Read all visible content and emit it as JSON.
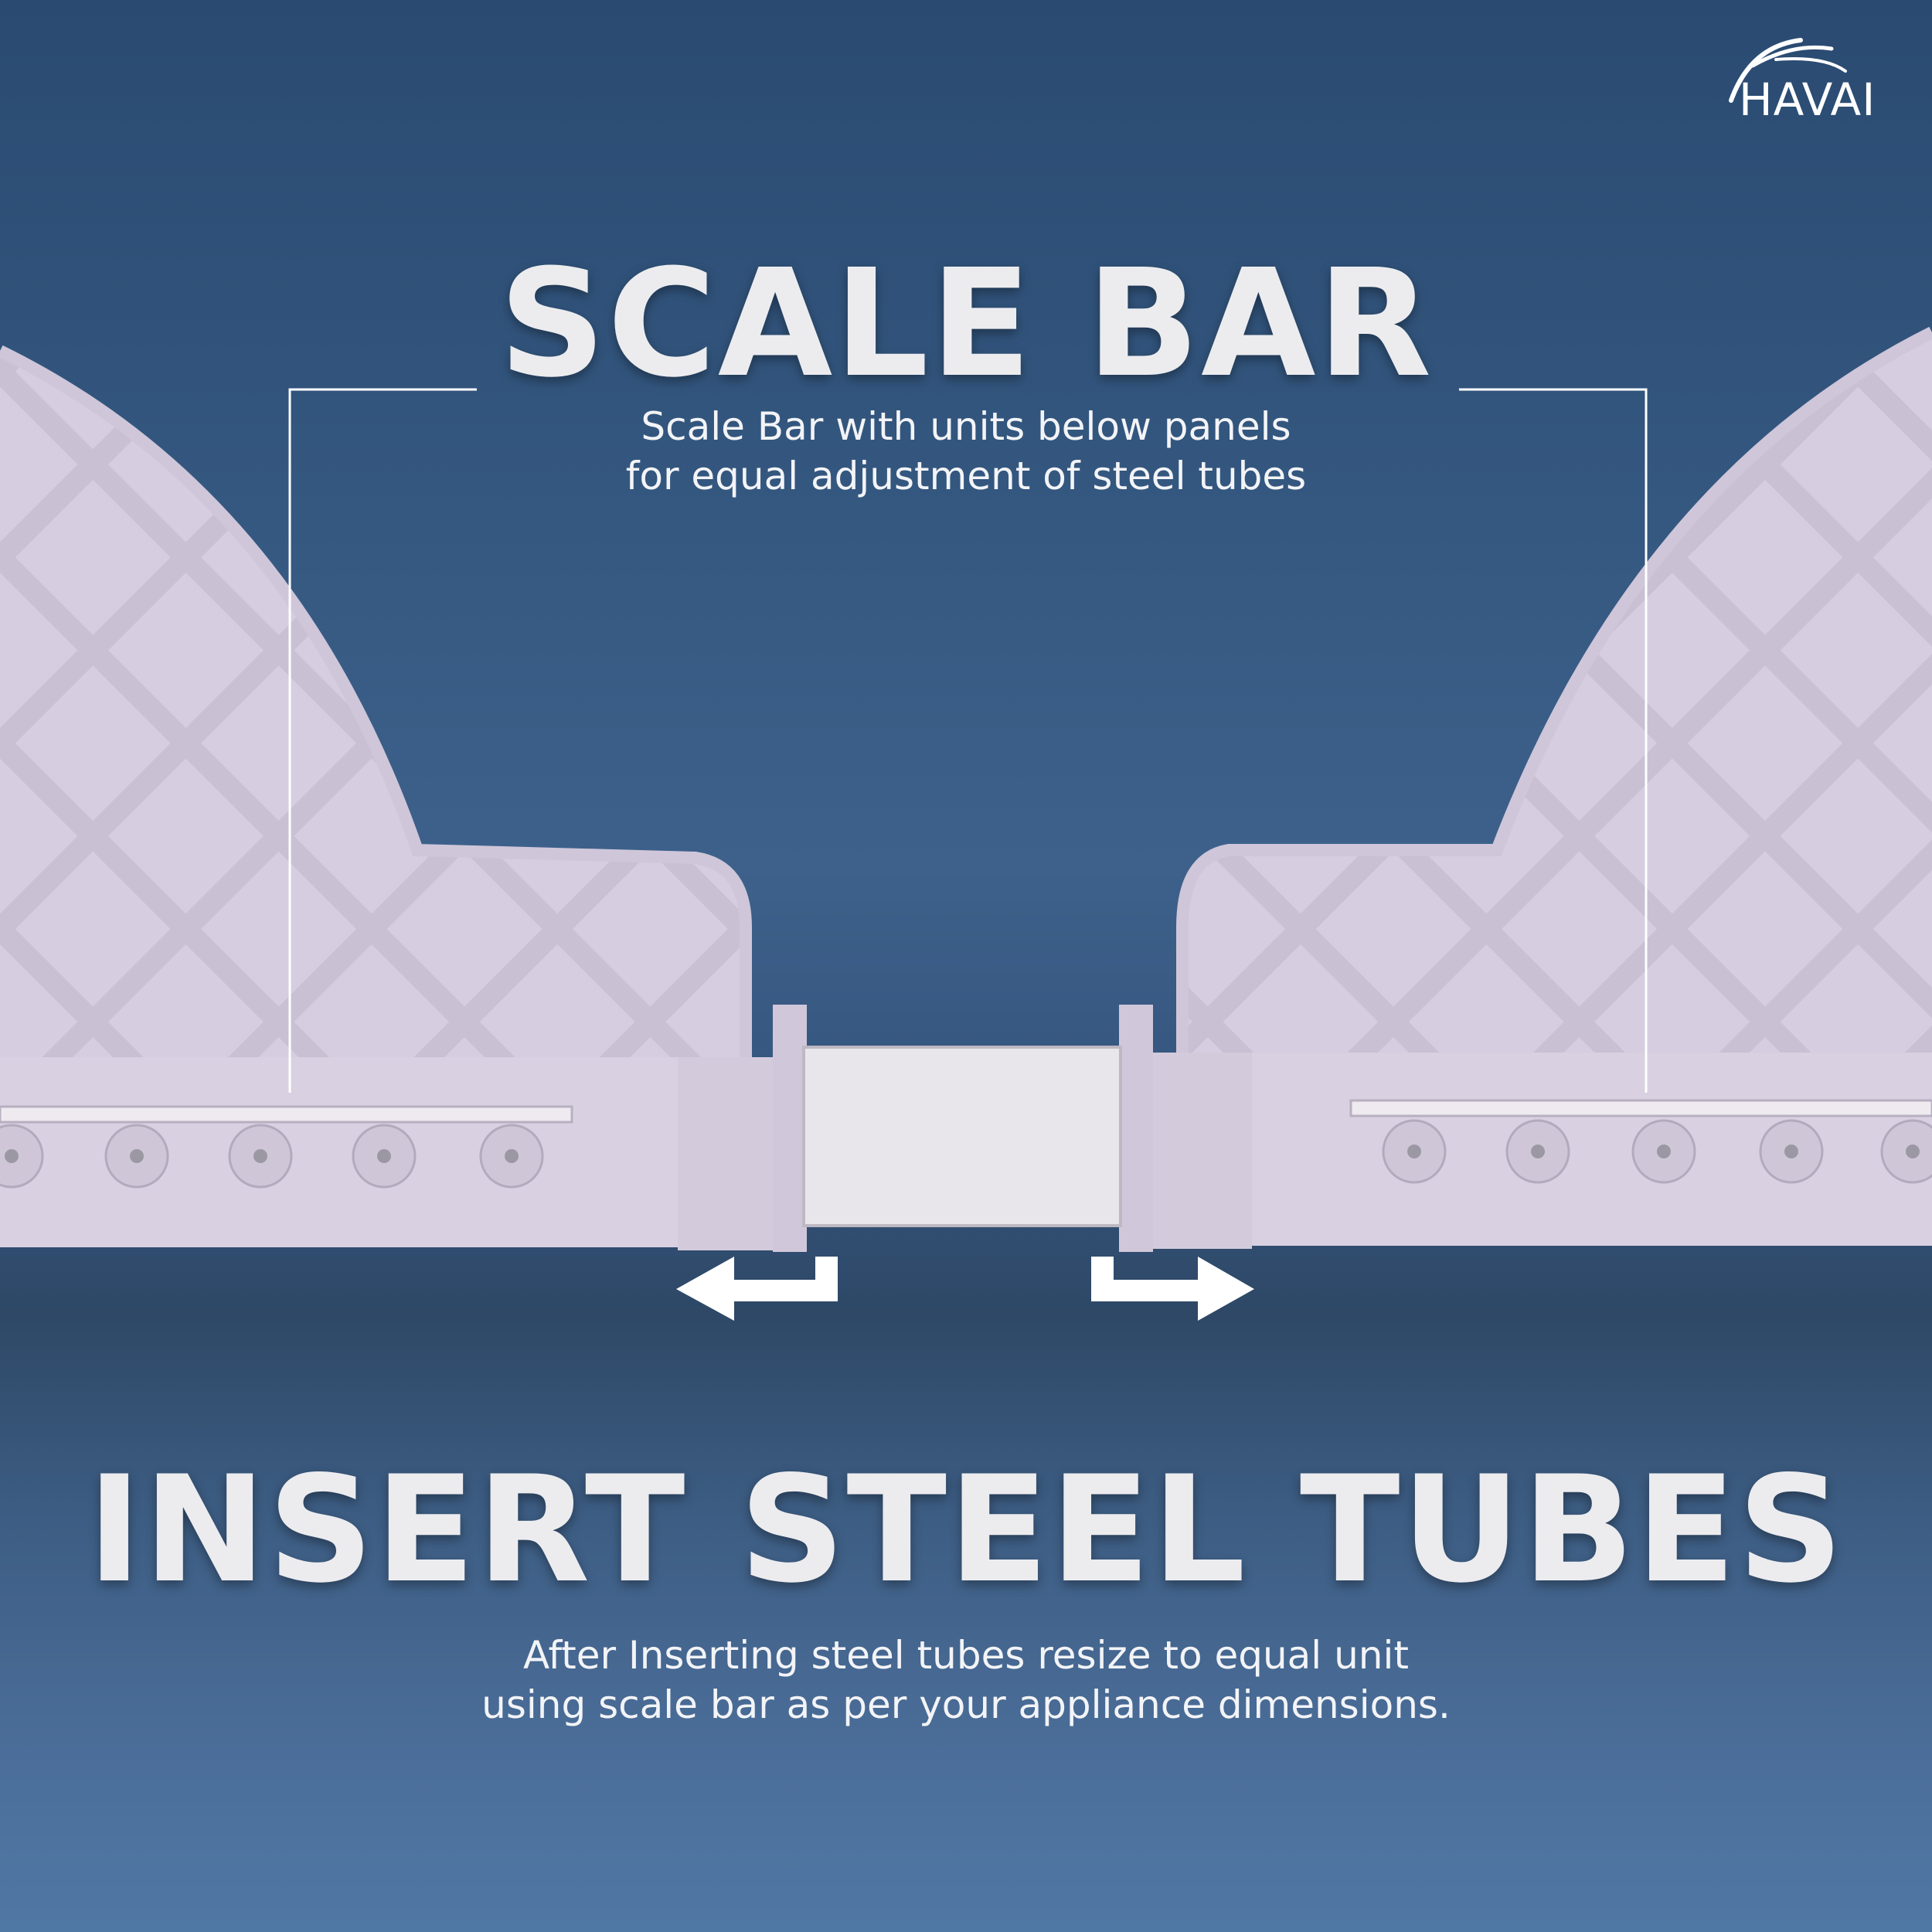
{
  "brand": {
    "logo_text": "HAVAI"
  },
  "section1": {
    "title": "SCALE BAR",
    "desc_line1": "Scale Bar with units below panels",
    "desc_line2": "for equal adjustment of steel tubes"
  },
  "section2": {
    "title": "INSERT STEEL TUBES",
    "desc_line1": "After Inserting steel tubes resize to equal unit",
    "desc_line2": "using scale bar as per your appliance dimensions."
  },
  "colors": {
    "panel": "#d8d0e0",
    "tube": "#e8e6ea",
    "background": "#3c5f88"
  }
}
